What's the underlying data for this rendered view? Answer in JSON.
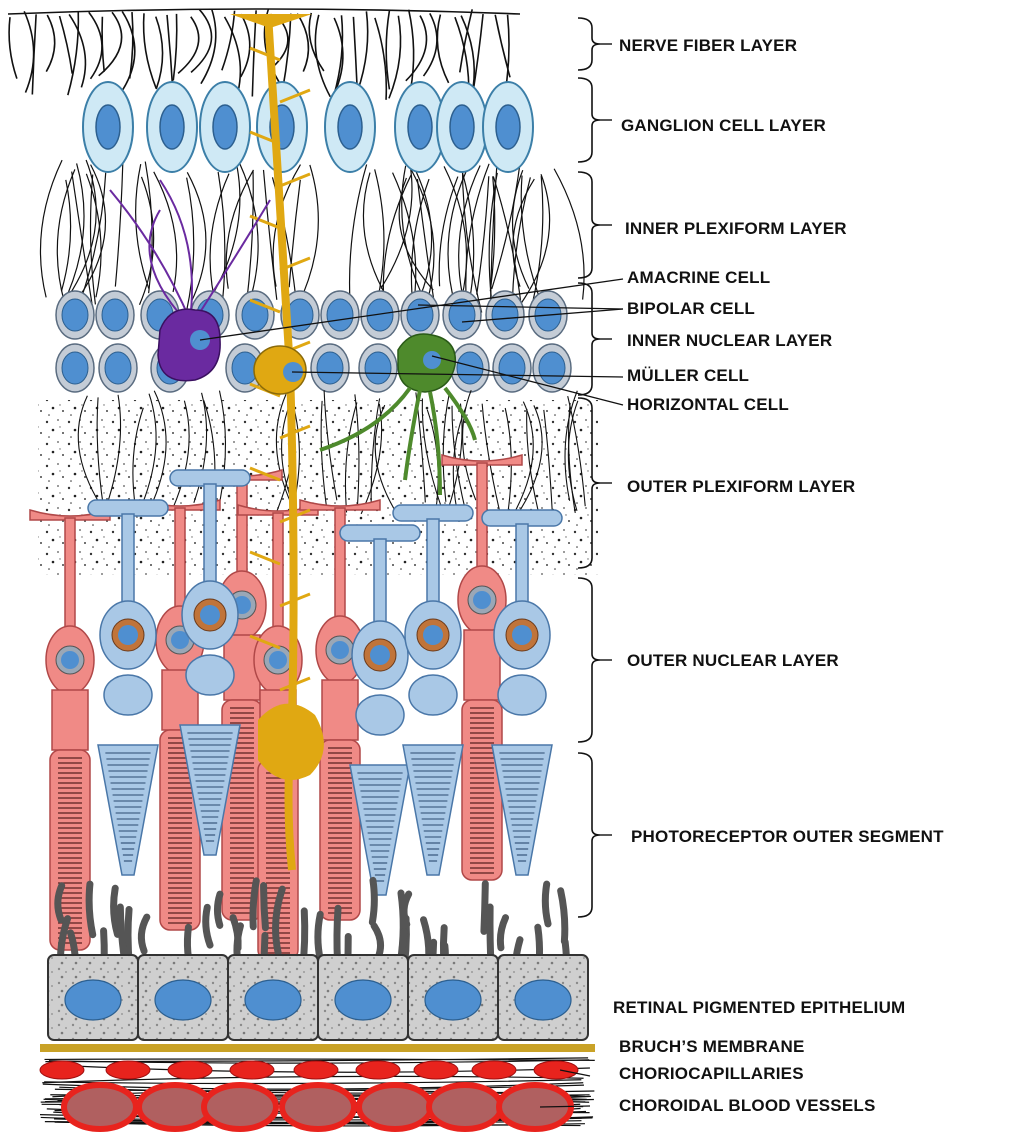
{
  "labels": {
    "nerve_fiber_layer": "NERVE FIBER LAYER",
    "ganglion_cell_layer": "GANGLION CELL LAYER",
    "inner_plexiform_layer": "INNER  PLEXIFORM LAYER",
    "amacrine_cell": "AMACRINE CELL",
    "bipolar_cell": "BIPOLAR CELL",
    "inner_nuclear_layer": "INNER  NUCLEAR LAYER",
    "muller_cell": "MÜLLER CELL",
    "horizontal_cell": "HORIZONTAL CELL",
    "outer_plexiform_layer": "OUTER PLEXIFORM LAYER",
    "outer_nuclear_layer": "OUTER NUCLEAR LAYER",
    "photoreceptor_outer_segment": "PHOTORECEPTOR OUTER SEGMENT",
    "retinal_pigmented_epithelium": "RETINAL PIGMENTED EPITHELIUM",
    "bruchs_membrane": "BRUCH’S MEMBRANE",
    "choriocapillaries": "CHORIOCAPILLARIES",
    "choroidal_blood_vessels": "CHOROIDAL BLOOD VESSELS"
  },
  "colors": {
    "ganglion_fill": "#cfe9f5",
    "nucleus": "#4f8fd0",
    "muller": "#e0a812",
    "amacrine": "#6a2aa0",
    "horizontal": "#4e8a2c",
    "rod": "#f08a86",
    "cone": "#a9c8e6",
    "rpe": "#c8c8c8",
    "bruch": "#c9a227",
    "vessel": "#e8231d"
  }
}
